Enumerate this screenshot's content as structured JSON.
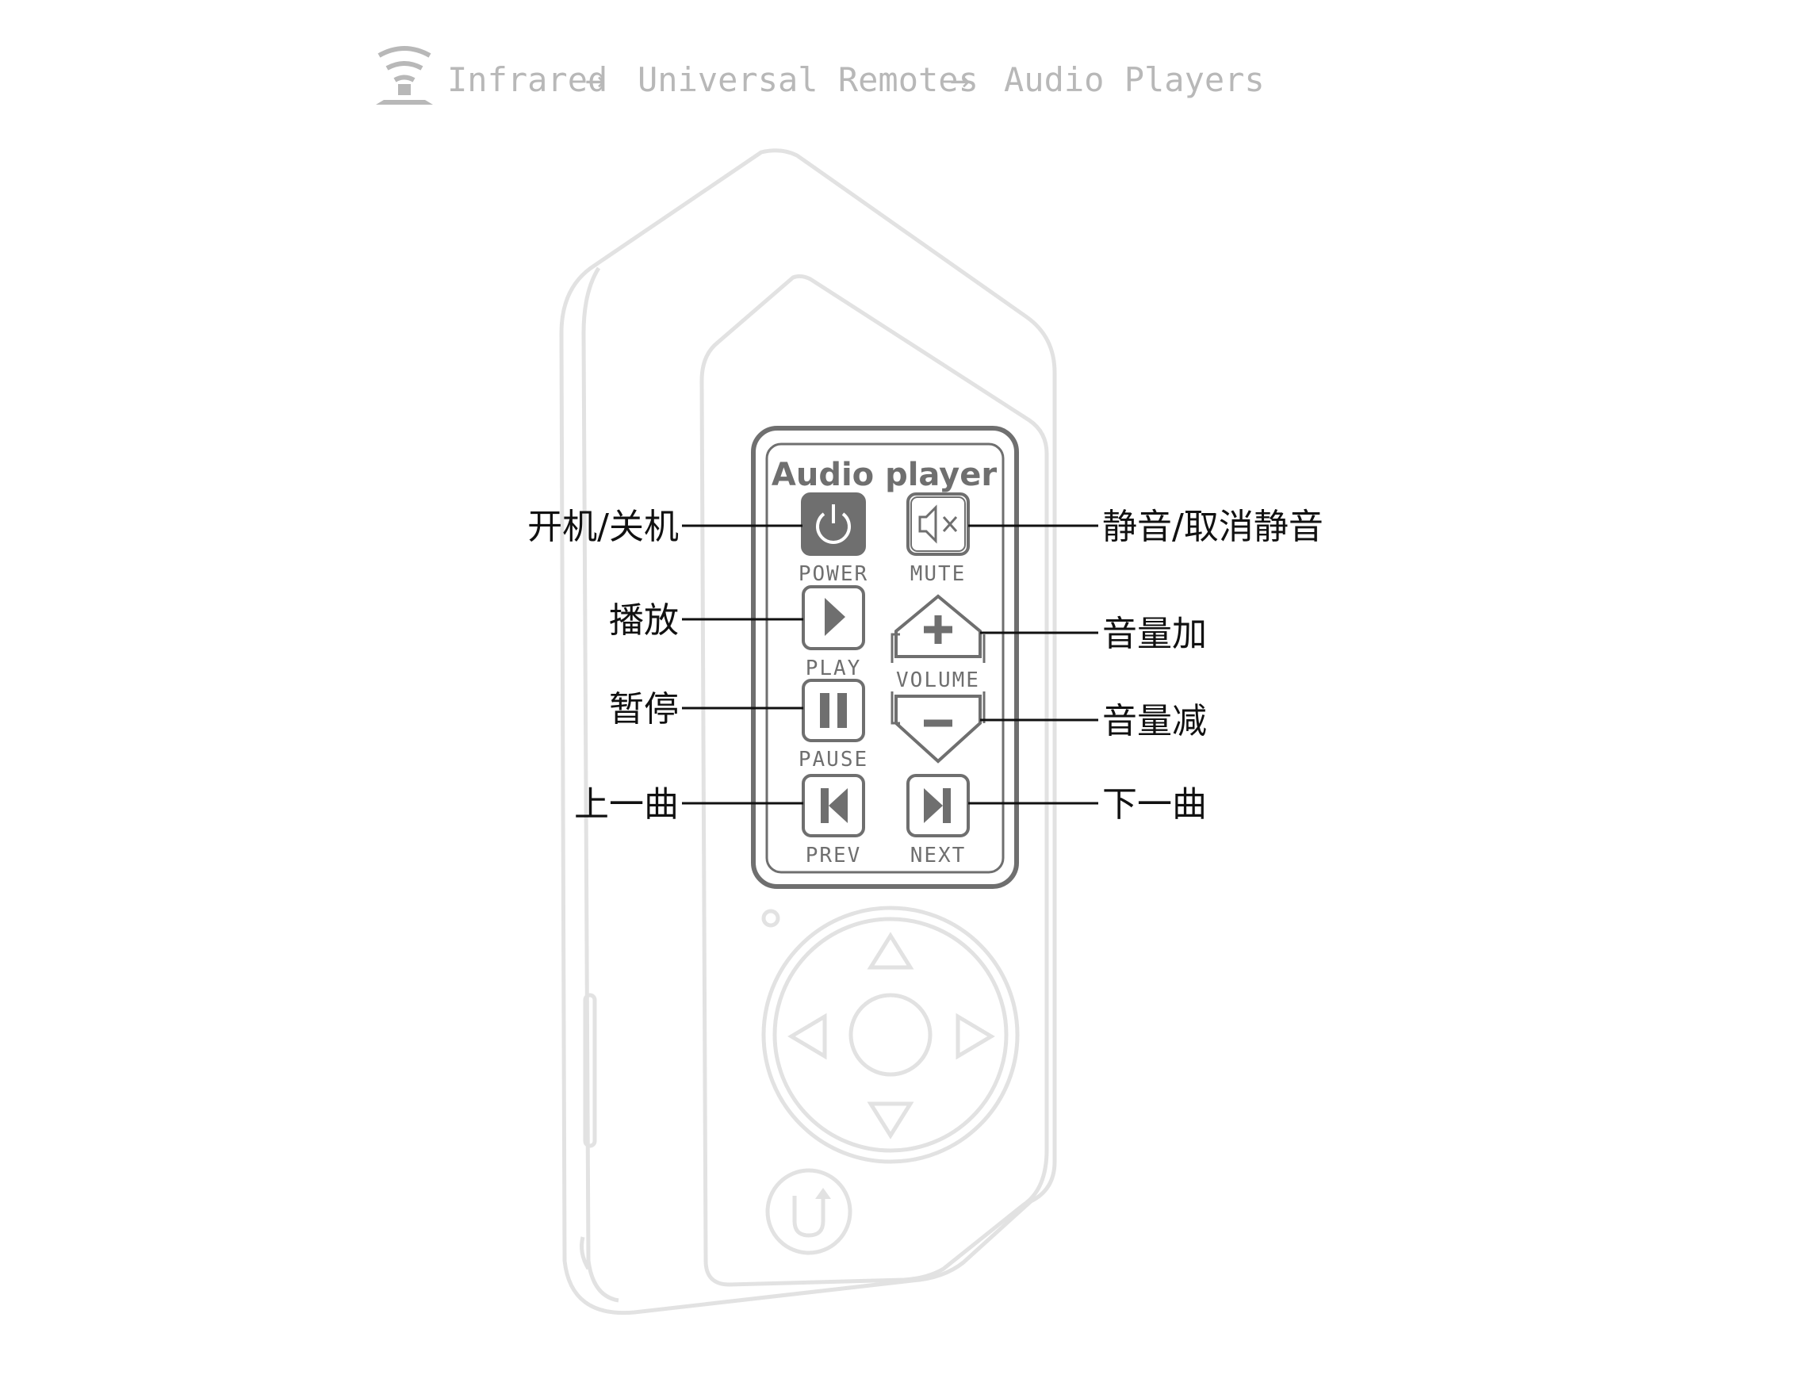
{
  "breadcrumb": {
    "items": [
      "Infrared",
      "Universal Remotes",
      "Audio Players"
    ],
    "separator": "→",
    "icon": "infrared-icon"
  },
  "screen": {
    "title": "Audio player",
    "buttons": {
      "power": "POWER",
      "mute": "MUTE",
      "play": "PLAY",
      "volume": "VOLUME",
      "pause": "PAUSE",
      "prev": "PREV",
      "next": "NEXT"
    }
  },
  "callouts": {
    "power": "开机/关机",
    "play": "播放",
    "pause": "暂停",
    "prev": "上一曲",
    "mute": "静音/取消静音",
    "vol_up": "音量加",
    "vol_down": "音量减",
    "next": "下一曲"
  },
  "colors": {
    "device_outline": "#e2e2e2",
    "screen_ink": "#6f6f6f",
    "power_fill": "#6f6f6f",
    "breadcrumb": "#b8b8b8",
    "label": "#111111"
  }
}
